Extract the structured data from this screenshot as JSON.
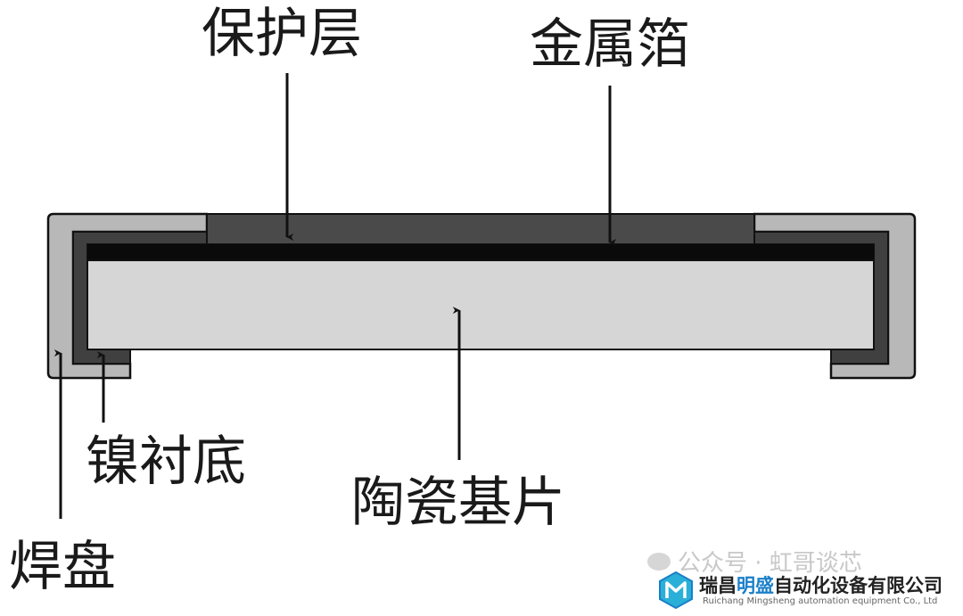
{
  "labels": {
    "protective_layer": "保护层",
    "metal_foil": "金属箔",
    "nickel_underlayer": "镍衬底",
    "ceramic_substrate": "陶瓷基片",
    "solder_pad": "焊盘"
  },
  "watermark": {
    "faded_text": "公众号 · 虹哥谈芯",
    "company_prefix": "瑞昌",
    "company_accent": "明盛",
    "company_suffix": "自动化设备有限公司",
    "company_en": "Ruichang Mingsheng automation equipment Co., Ltd"
  },
  "colors": {
    "solder_pad": "#b8b8b8",
    "nickel": "#404040",
    "protective_layer": "#4a4a4a",
    "metal_foil": "#0a0a0a",
    "ceramic": "#d6d6d6",
    "outline": "#111111",
    "brand_accent": "#1a7fc8"
  }
}
